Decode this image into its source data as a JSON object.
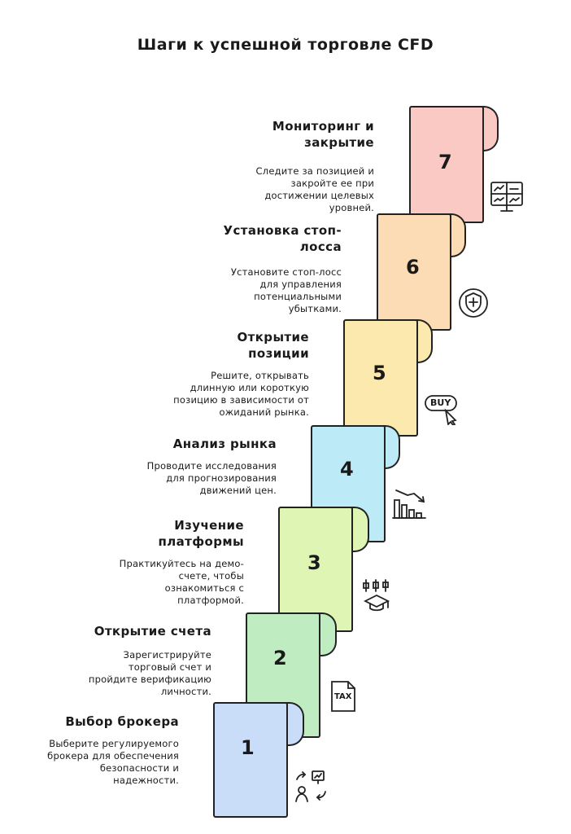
{
  "title": "Шаги к успешной торговле CFD",
  "steps": [
    {
      "number": "1",
      "heading": "Выбор брокера",
      "description": "Выберите регулируемого брокера для обеспечения безопасности и надежности.",
      "color": "#c9dcf8"
    },
    {
      "number": "2",
      "heading": "Открытие счета",
      "description": "Зарегистрируйте торговый счет и пройдите верификацию личности.",
      "color": "#bfecc1"
    },
    {
      "number": "3",
      "heading": "Изучение платформы",
      "description": "Практикуйтесь на демо-счете, чтобы ознакомиться с платформой.",
      "color": "#dff5b4"
    },
    {
      "number": "4",
      "heading": "Анализ рынка",
      "description": "Проводите исследования для прогнозирования движений цен.",
      "color": "#bdeaf7"
    },
    {
      "number": "5",
      "heading": "Открытие позиции",
      "description": "Решите, открывать длинную или короткую позицию в зависимости от ожиданий рынка.",
      "color": "#fbe9ad"
    },
    {
      "number": "6",
      "heading": "Установка стоп-лосса",
      "description": "Установите стоп-лосс для управления потенциальными убытками.",
      "color": "#fcdcb5"
    },
    {
      "number": "7",
      "heading": "Мониторинг и закрытие",
      "description": "Следите за позицией и закройте ее при достижении целевых уровней.",
      "color": "#fbc9c4"
    }
  ],
  "icons": {
    "step1": "people-transfer-icon",
    "step2": "tax-document-icon",
    "step3": "candlestick-graduation-icon",
    "step4": "declining-bar-chart-icon",
    "buy_label": "BUY",
    "step5": "buy-click-icon",
    "step6": "shield-plus-icon",
    "step7": "monitor-charts-icon",
    "tax_label": "TAX"
  }
}
